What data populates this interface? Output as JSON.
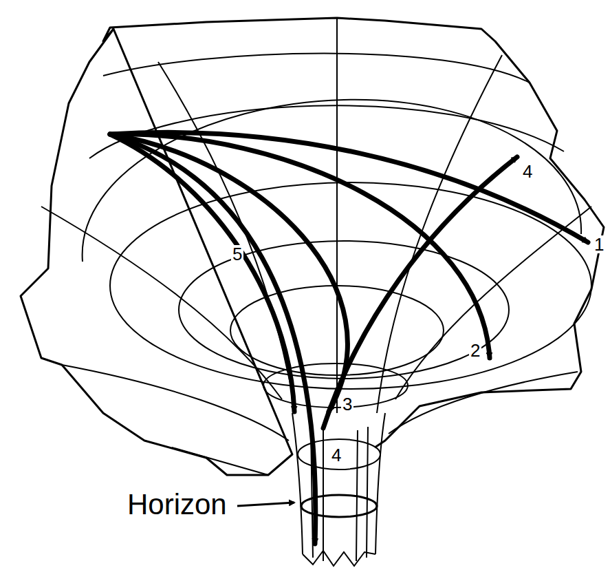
{
  "diagram": {
    "labels": [
      "4",
      "1",
      "5",
      "2",
      "3",
      "4",
      "Horizon"
    ]
  }
}
